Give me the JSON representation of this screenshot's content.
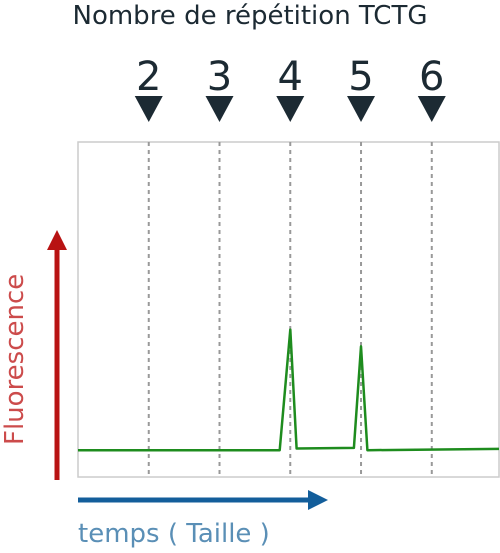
{
  "title": "Nombre de répétition TCTG",
  "repeat_markers": [
    {
      "label": "2",
      "x": 2
    },
    {
      "label": "3",
      "x": 3
    },
    {
      "label": "4",
      "x": 4
    },
    {
      "label": "5",
      "x": 5
    },
    {
      "label": "6",
      "x": 6
    }
  ],
  "x_axis_label": "temps ( Taille )",
  "y_axis_label": "Fluorescence",
  "chart_data": {
    "type": "line",
    "title": "",
    "xlabel": "temps ( Taille )",
    "ylabel": "Fluorescence",
    "xlim": [
      1,
      6.95
    ],
    "ylim": [
      0,
      1
    ],
    "grid": "vertical dashed lines at repeat counts 2-6",
    "series": [
      {
        "points": [
          [
            1.0,
            0.08
          ],
          [
            3.85,
            0.08
          ],
          [
            4.0,
            0.44
          ],
          [
            4.09,
            0.085
          ],
          [
            4.9,
            0.087
          ],
          [
            5.0,
            0.39
          ],
          [
            5.09,
            0.08
          ],
          [
            6.95,
            0.084
          ]
        ]
      }
    ]
  },
  "colors": {
    "trace": "#1e8c1e",
    "marker": "#1c2a33",
    "grid": "#999999",
    "frame": "#cccccc",
    "y_arrow": "#b81313",
    "x_arrow": "#135e9b",
    "x_label": "#5a8fb6",
    "y_label": "#cc4b4b"
  }
}
